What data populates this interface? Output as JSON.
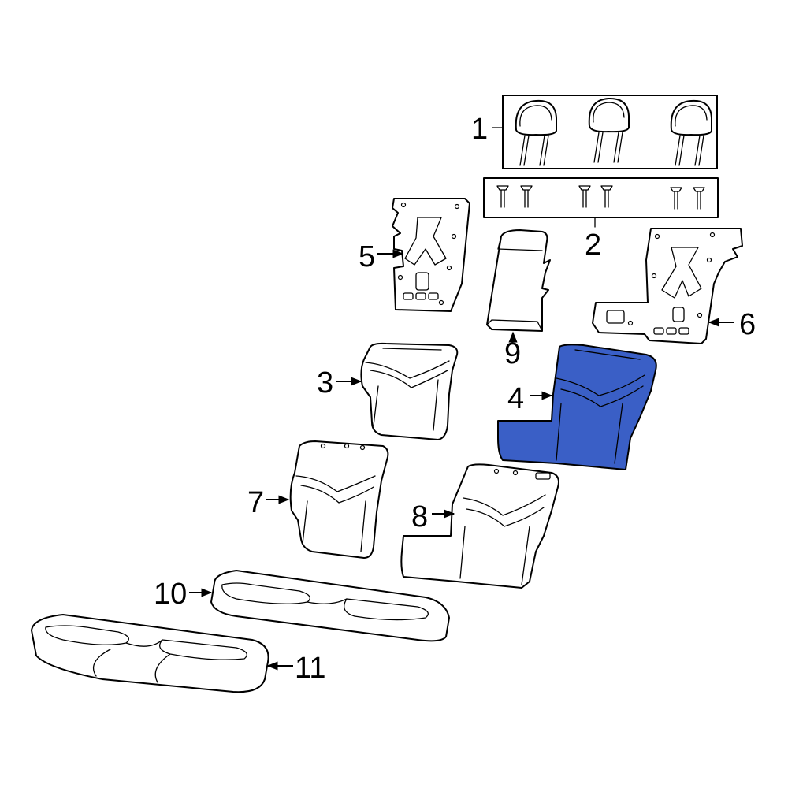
{
  "colors": {
    "highlight": "#3a5fc6",
    "line": "#000000",
    "background": "#ffffff"
  },
  "callouts": {
    "c1": "1",
    "c2": "2",
    "c3": "3",
    "c4": "4",
    "c5": "5",
    "c6": "6",
    "c7": "7",
    "c8": "8",
    "c9": "9",
    "c10": "10",
    "c11": "11"
  },
  "highlighted_part": "4"
}
